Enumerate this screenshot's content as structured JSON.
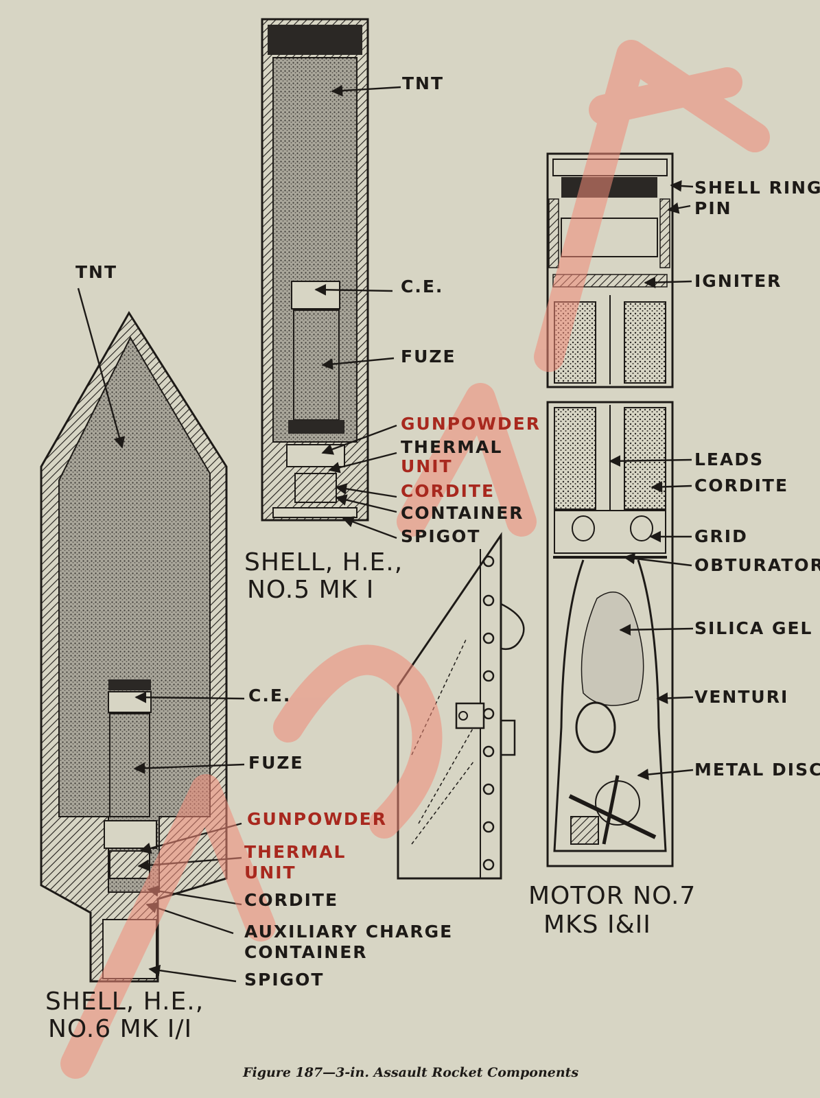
{
  "caption": "Figure 187—3-in. Assault Rocket Components",
  "watermark": "NavWeaps-style red watermark (logo lettering, drawn as shape)",
  "shell5": {
    "title_l1": "SHELL, H.E.,",
    "title_l2": "NO.5  MK I",
    "labels": [
      "TNT",
      "C.E.",
      "FUZE",
      "GUNPOWDER",
      "THERMAL",
      "UNIT",
      "CORDITE",
      "CONTAINER",
      "SPIGOT"
    ]
  },
  "shell6": {
    "title_l1": "SHELL, H.E.,",
    "title_l2": "NO.6 MK I/I",
    "labels": [
      "TNT",
      "C.E.",
      "FUZE",
      "GUNPOWDER",
      "THERMAL",
      "UNIT",
      "CORDITE",
      "AUXILIARY  CHARGE",
      "CONTAINER",
      "SPIGOT"
    ]
  },
  "motor": {
    "title_l1": "MOTOR  NO.7",
    "title_l2": "MKS  I&II",
    "labels": [
      "SHELL RING",
      "PIN",
      "IGNITER",
      "LEADS",
      "CORDITE",
      "GRID",
      "OBTURATOR",
      "SILICA GEL",
      "VENTURI",
      "METAL DISC"
    ]
  },
  "colors": {
    "ink": "#1d1a17",
    "red_label": "#a8281e",
    "paper": "#d7d5c4",
    "watermark": "#f08a78"
  }
}
